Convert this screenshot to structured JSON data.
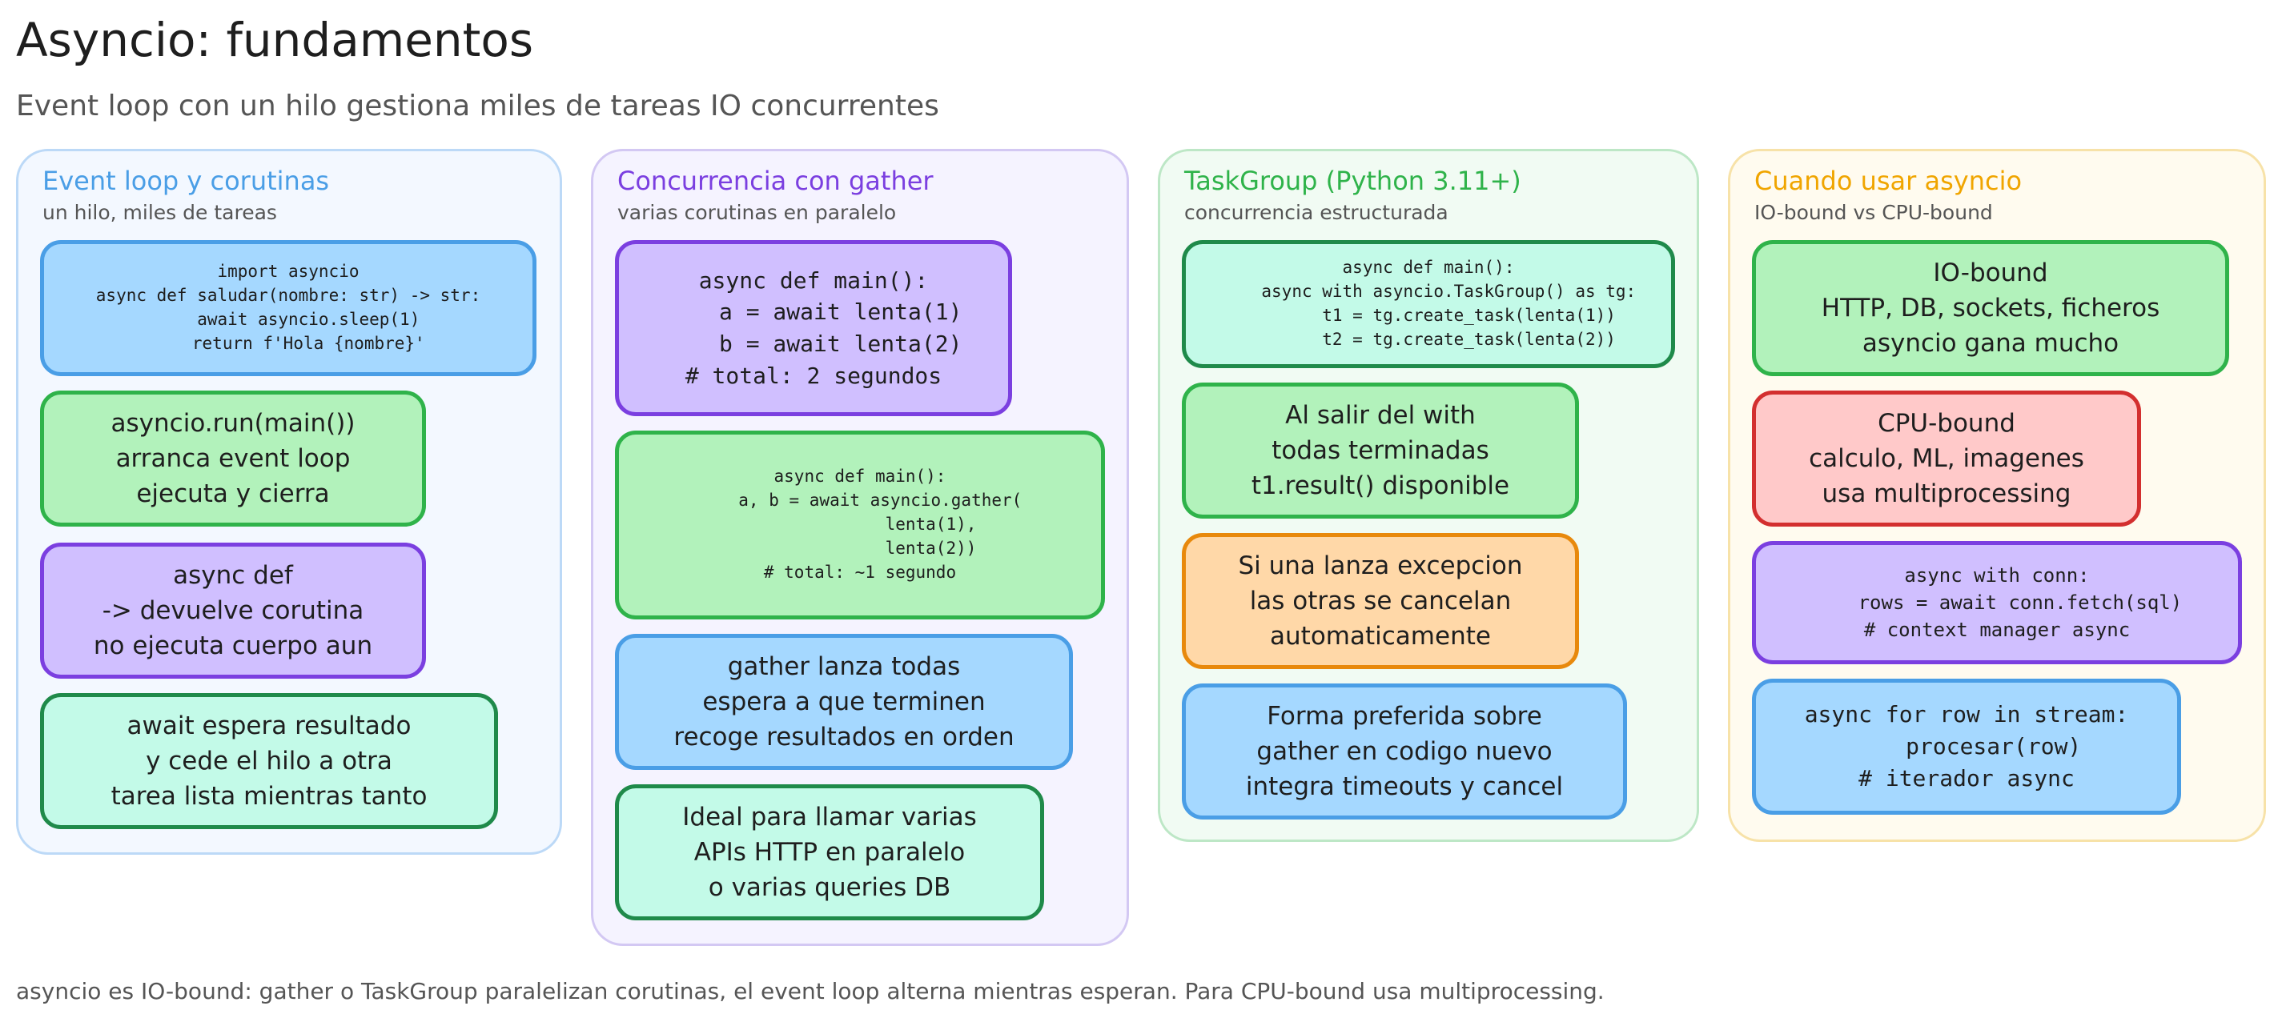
{
  "title": "Asyncio: fundamentos",
  "subtitle": "Event loop con un hilo gestiona miles de tareas IO concurrentes",
  "footer": "asyncio es IO-bound: gather o TaskGroup paralelizan corutinas, el event loop alterna mientras esperan. Para CPU-bound usa multiprocessing.",
  "colors": {
    "panel1": "#4a9ee6",
    "panel2": "#7b3fe0",
    "panel3": "#2fb34a",
    "panel4": "#f0a500"
  },
  "panels": [
    {
      "title": "Event loop y corutinas",
      "subtitle": "un hilo, miles de tareas",
      "boxes": [
        {
          "text": "import asyncio\nasync def saludar(nombre: str) -> str:\n    await asyncio.sleep(1)\n    return f'Hola {nombre}'"
        },
        {
          "text": "asyncio.run(main())\narranca event loop\nejecuta y cierra"
        },
        {
          "text": "async def\n-> devuelve corutina\nno ejecuta cuerpo aun"
        },
        {
          "text": "await espera resultado\ny cede el hilo a otra\ntarea lista mientras tanto"
        }
      ]
    },
    {
      "title": "Concurrencia con gather",
      "subtitle": "varias corutinas en paralelo",
      "boxes": [
        {
          "text": "async def main():\n    a = await lenta(1)\n    b = await lenta(2)\n# total: 2 segundos"
        },
        {
          "text": "async def main():\n    a, b = await asyncio.gather(\n              lenta(1),\n              lenta(2))\n# total: ~1 segundo"
        },
        {
          "text": "gather lanza todas\nespera a que terminen\nrecoge resultados en orden"
        },
        {
          "text": "Ideal para llamar varias\nAPIs HTTP en paralelo\no varias queries DB"
        }
      ]
    },
    {
      "title": "TaskGroup (Python 3.11+)",
      "subtitle": "concurrencia estructurada",
      "boxes": [
        {
          "text": "async def main():\n    async with asyncio.TaskGroup() as tg:\n        t1 = tg.create_task(lenta(1))\n        t2 = tg.create_task(lenta(2))"
        },
        {
          "text": "Al salir del with\ntodas terminadas\nt1.result() disponible"
        },
        {
          "text": "Si una lanza excepcion\nlas otras se cancelan\nautomaticamente"
        },
        {
          "text": "Forma preferida sobre\ngather en codigo nuevo\nintegra timeouts y cancel"
        }
      ]
    },
    {
      "title": "Cuando usar asyncio",
      "subtitle": "IO-bound vs CPU-bound",
      "boxes": [
        {
          "text": "IO-bound\nHTTP, DB, sockets, ficheros\nasyncio gana mucho"
        },
        {
          "text": "CPU-bound\ncalculo, ML, imagenes\nusa multiprocessing"
        },
        {
          "text": "async with conn:\n    rows = await conn.fetch(sql)\n# context manager async"
        },
        {
          "text": "async for row in stream:\n    procesar(row)\n# iterador async"
        }
      ]
    }
  ]
}
